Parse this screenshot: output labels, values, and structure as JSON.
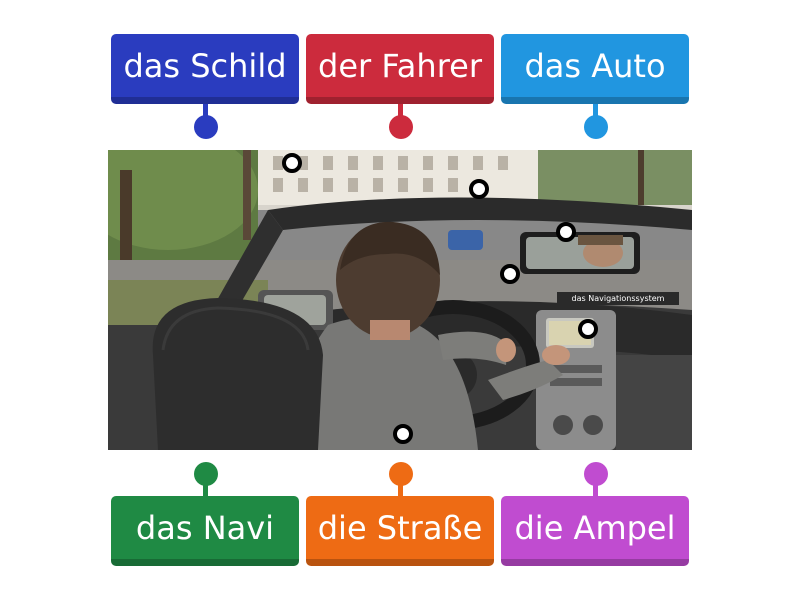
{
  "labels": {
    "top": [
      {
        "text": "das Schild",
        "color": "#2a3cbf"
      },
      {
        "text": "der Fahrer",
        "color": "#cc2b3d"
      },
      {
        "text": "das Auto",
        "color": "#2196e0"
      }
    ],
    "bottom": [
      {
        "text": "das Navi",
        "color": "#1f8a44"
      },
      {
        "text": "die Straße",
        "color": "#ee6b14"
      },
      {
        "text": "die Ampel",
        "color": "#c04cd0"
      }
    ]
  },
  "photo": {
    "caption": "das Navigationssystem"
  }
}
